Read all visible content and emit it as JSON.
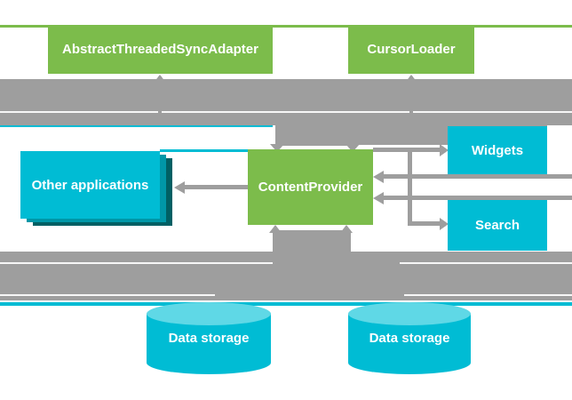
{
  "diagram": {
    "nodes": {
      "sync_adapter": {
        "label": "AbstractThreadedSyncAdapter"
      },
      "cursor_loader": {
        "label": "CursorLoader"
      },
      "content_provider": {
        "label": "ContentProvider"
      },
      "other_applications": {
        "label": "Other applications"
      },
      "widgets": {
        "label": "Widgets"
      },
      "search": {
        "label": "Search"
      },
      "data_storage_left": {
        "label": "Data storage"
      },
      "data_storage_right": {
        "label": "Data storage"
      }
    },
    "colors": {
      "component_green": "#7CBC4B",
      "client_cyan": "#00BCD4",
      "cylinder_top_cyan": "#5FD8E6",
      "stack_teal_mid": "#0097A7",
      "stack_teal_dark": "#006064",
      "pipe_gray": "#9E9E9E",
      "label_text": "#FFFFFF",
      "background": "#FFFFFF"
    }
  }
}
